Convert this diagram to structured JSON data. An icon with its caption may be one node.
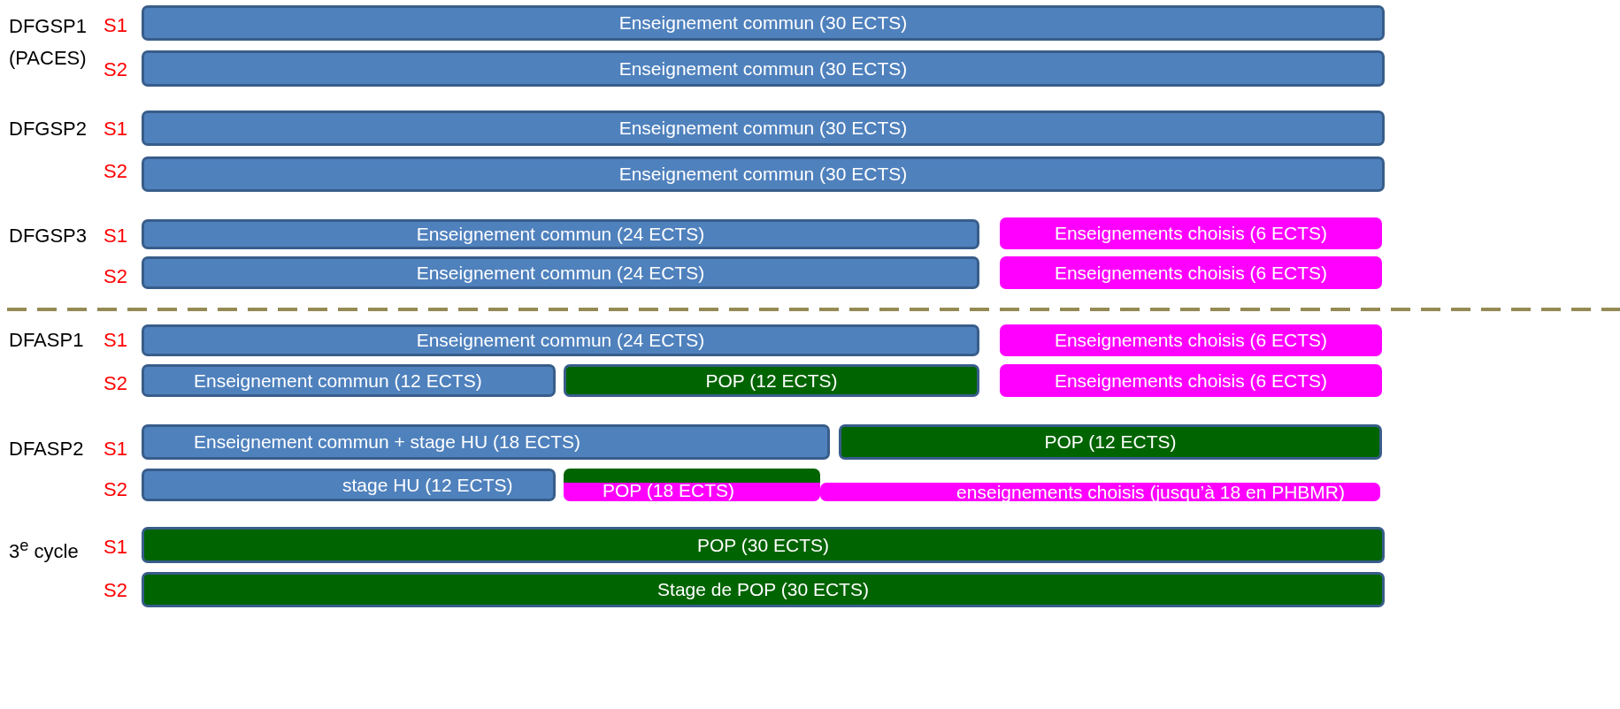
{
  "diagram": {
    "nodes": [
      {
        "text": [
          "Enseignement commun (30 ECTS)"
        ]
      },
      {
        "text": [
          "Enseignement commun (30 ECTS)"
        ]
      },
      {
        "text": [
          "Enseignement commun (30 ECTS)"
        ]
      },
      {
        "text": [
          "Enseignement commun (30 ECTS)"
        ]
      },
      {
        "text": [
          "Enseignement commun (24 ECTS)"
        ]
      },
      {
        "text": [
          "Enseignements choisis (6 ECTS)"
        ]
      },
      {
        "text": [
          "Enseignement commun (24 ECTS)"
        ]
      },
      {
        "text": [
          "Enseignements choisis (6 ECTS)"
        ]
      },
      {
        "text": [
          "Enseignement commun (24 ECTS)"
        ]
      },
      {
        "text": [
          "Enseignements choisis (6 ECTS)"
        ]
      },
      {
        "text": [
          "Enseignement commun (12 ECTS)"
        ]
      },
      {
        "text": [
          "POP (12 ECTS)"
        ]
      },
      {
        "text": [
          "Enseignements choisis (6 ECTS)"
        ]
      },
      {
        "text": [
          "Enseignement commun + stage HU (18 ECTS)"
        ]
      },
      {
        "text": [
          "POP (12 ECTS)"
        ]
      },
      {
        "text": [
          "stage HU (12 ECTS)"
        ]
      },
      {
        "text": [
          "POP (18 ECTS)"
        ]
      },
      {
        "text": [
          "enseignements choisis (jusqu’à 18 en PHBMR)"
        ]
      },
      {
        "text": [
          "POP (30 ECTS)"
        ]
      },
      {
        "text": [
          "Stage de POP (30 ECTS)"
        ]
      }
    ],
    "labels": [
      "DFGSP1 (PACES)",
      "S1",
      "S2",
      "DFGSP2",
      "S1",
      "S2",
      "DFGSP3",
      "S1",
      "S2",
      "DFASP1",
      "S1",
      "S2",
      "DFASP2",
      "S1",
      "S2",
      "3$^{e}$ cycle",
      "S1",
      "S2"
    ]
  }
}
